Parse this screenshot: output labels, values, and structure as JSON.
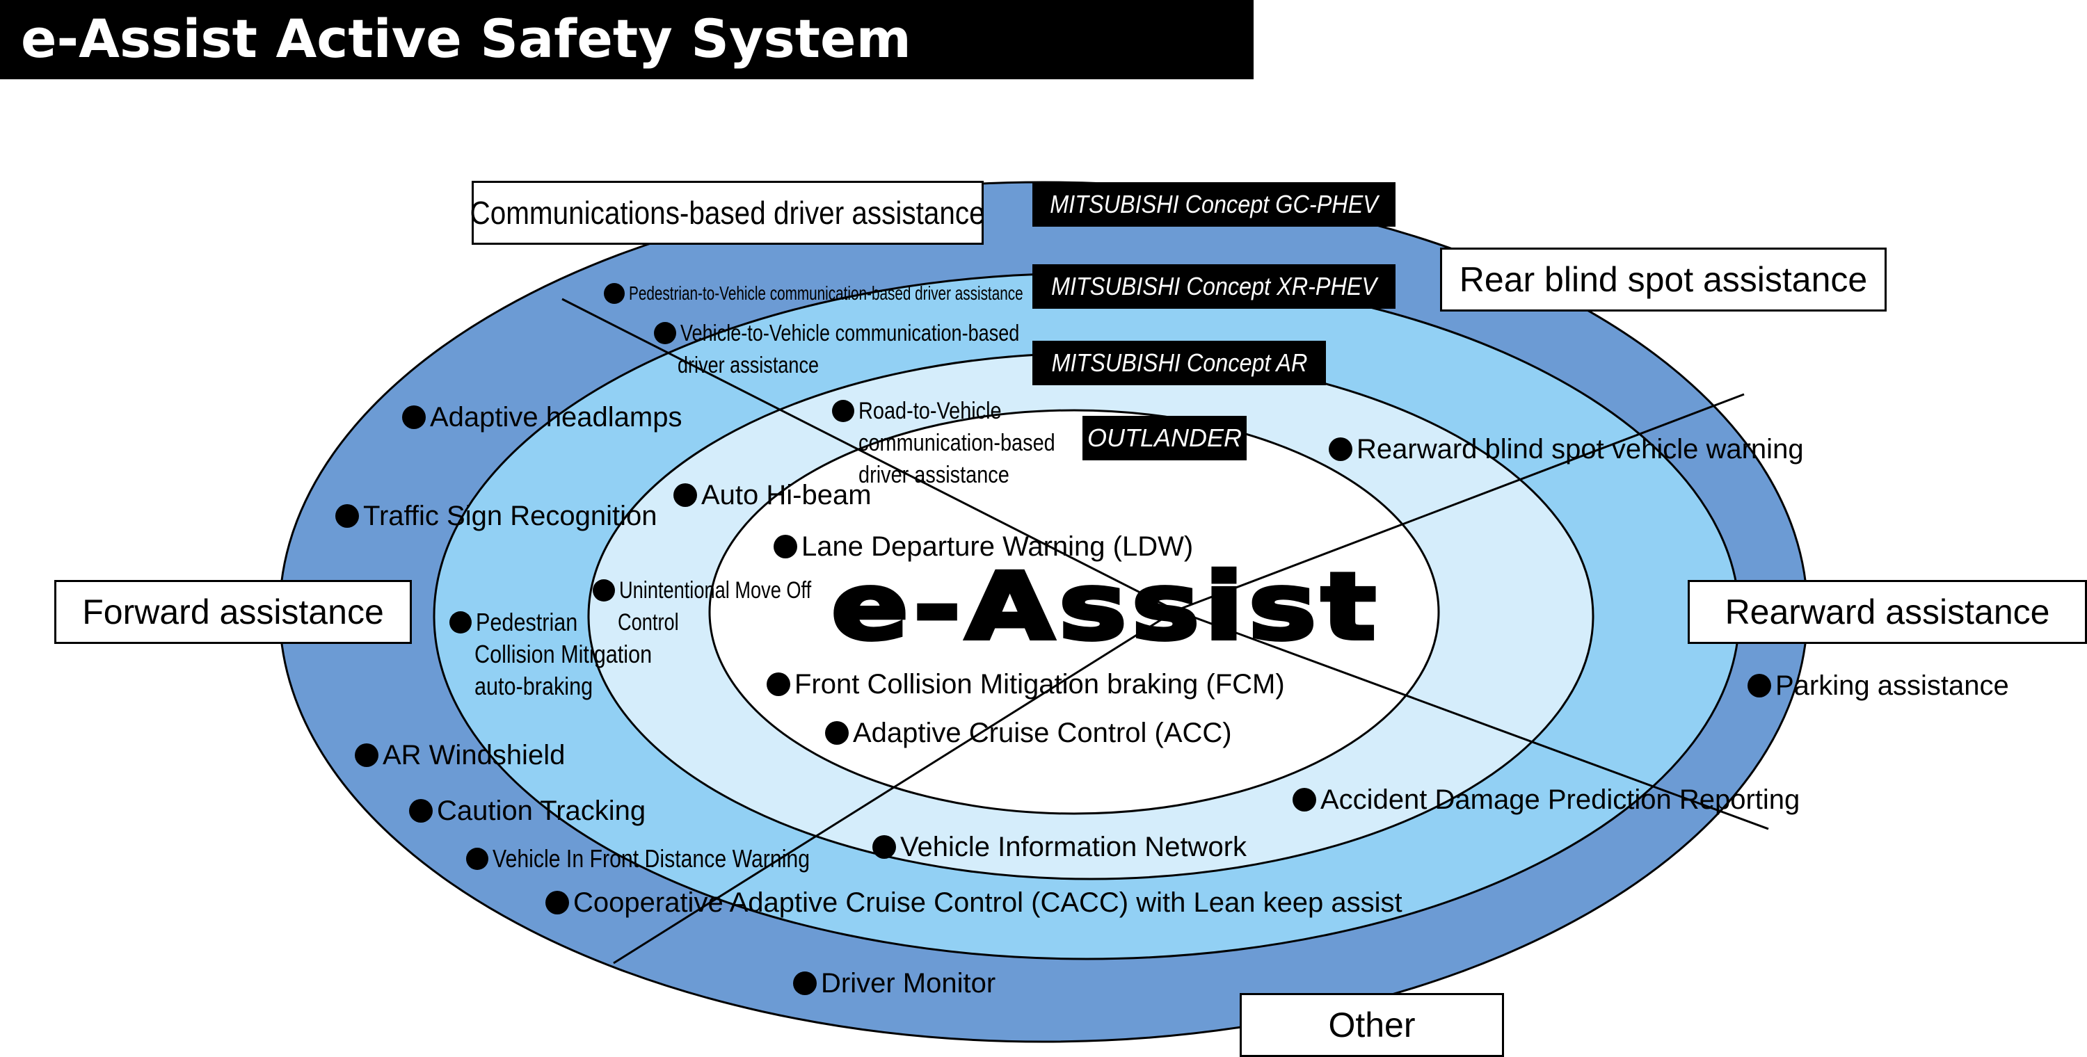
{
  "title": "e-Assist Active Safety System",
  "center_logo": "e-Assist",
  "categories": {
    "communications": "Communications-based driver assistance",
    "rear_blind_spot": "Rear blind spot assistance",
    "forward": "Forward assistance",
    "rearward": "Rearward assistance",
    "other": "Other"
  },
  "models": {
    "gc_phev": "MITSUBISHI Concept GC-PHEV",
    "xr_phev": "MITSUBISHI Concept XR-PHEV",
    "ar": "MITSUBISHI Concept AR",
    "outlander": "OUTLANDER"
  },
  "features": {
    "pedestrian_to_vehicle": "Pedestrian-to-Vehicle communication-based driver assistance",
    "vehicle_to_vehicle_1": "Vehicle-to-Vehicle communication-based",
    "vehicle_to_vehicle_2": "driver assistance",
    "adaptive_headlamps": "Adaptive headlamps",
    "road_to_vehicle_1": "Road-to-Vehicle",
    "road_to_vehicle_2": "communication-based",
    "road_to_vehicle_3": "driver assistance",
    "rearward_blind_spot": "Rearward blind spot vehicle warning",
    "auto_hi_beam": "Auto Hi-beam",
    "traffic_sign": "Traffic Sign Recognition",
    "ldw": "Lane Departure Warning (LDW)",
    "unintentional_1": "Unintentional Move Off",
    "unintentional_2": "Control",
    "pedestrian_cm_1": "Pedestrian",
    "pedestrian_cm_2": "Collision Mitigation",
    "pedestrian_cm_3": "auto-braking",
    "parking": "Parking assistance",
    "fcm": "Front Collision Mitigation braking (FCM)",
    "acc": "Adaptive Cruise Control (ACC)",
    "ar_windshield": "AR Windshield",
    "accident_damage": "Accident Damage Prediction Reporting",
    "caution_tracking": "Caution Tracking",
    "vehicle_info_network": "Vehicle Information Network",
    "vehicle_in_front": "Vehicle In Front Distance Warning",
    "cacc": "Cooperative Adaptive Cruise Control (CACC) with Lean keep assist",
    "driver_monitor": "Driver Monitor"
  },
  "colors": {
    "outer_ring": "#6C9BD4",
    "second_ring": "#92D0F4",
    "third_ring": "#D5EDFB",
    "core": "#FFFFFF"
  }
}
